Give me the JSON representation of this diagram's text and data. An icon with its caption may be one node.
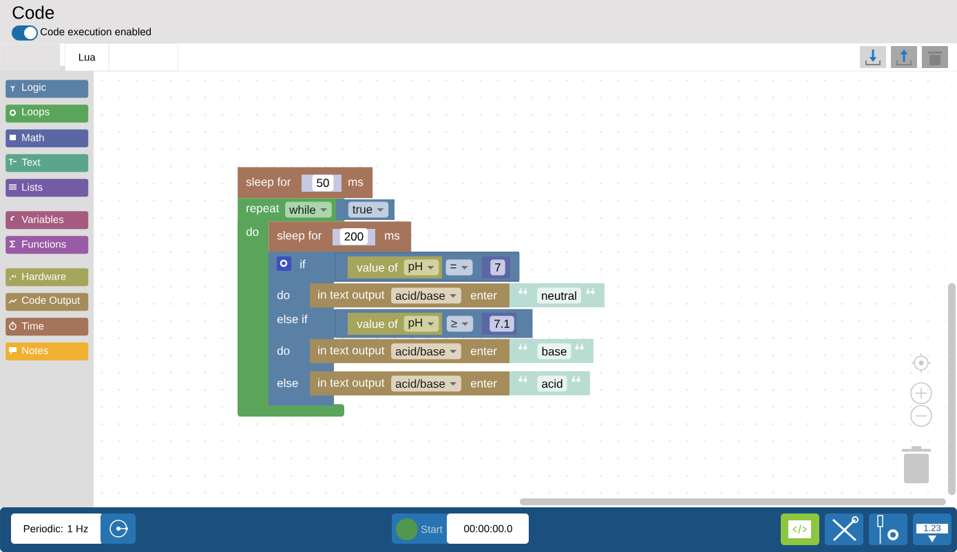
{
  "diagram": {
    "title": "Code",
    "nodes": [
      {
        "text": [
          "sleep for",
          "50",
          "ms"
        ]
      },
      {
        "text": [
          "repeat",
          "while",
          "true",
          "do"
        ]
      },
      {
        "text": [
          "sleep for",
          "200",
          "ms"
        ]
      },
      {
        "text": [
          "if",
          "do",
          "else if",
          "do",
          "else"
        ]
      },
      {
        "text": [
          "value of",
          "pH",
          "=",
          "7"
        ],
        "in": 3
      },
      {
        "text": [
          "in text output",
          "acid/base",
          "enter",
          "neutral"
        ],
        "in": 3
      },
      {
        "text": [
          "value of",
          "pH",
          "≥",
          "7.1"
        ],
        "in": 3
      },
      {
        "text": [
          "in text output",
          "acid/base",
          "enter",
          "base"
        ],
        "in": 3
      },
      {
        "text": [
          "in text output",
          "acid/base",
          "enter",
          "acid"
        ],
        "in": 3
      },
      {
        "text": [
          "Logic"
        ]
      },
      {
        "text": [
          "Loops"
        ]
      },
      {
        "text": [
          "Math"
        ]
      },
      {
        "text": [
          "Text"
        ]
      },
      {
        "text": [
          "Lists"
        ]
      },
      {
        "text": [
          "Variables"
        ]
      },
      {
        "text": [
          "Functions"
        ]
      },
      {
        "text": [
          "Hardware"
        ]
      },
      {
        "text": [
          "Code Output"
        ]
      },
      {
        "text": [
          "Time"
        ]
      },
      {
        "text": [
          "Notes"
        ]
      },
      {
        "text": [],
        "shape": "box"
      },
      {
        "text": [
          "Lua"
        ]
      },
      {
        "text": [],
        "shape": "box"
      }
    ],
    "labels": [
      "Code execution enabled",
      "Periodic: 1 Hz",
      "Start",
      "00:00:00.0",
      "1.23"
    ]
  }
}
